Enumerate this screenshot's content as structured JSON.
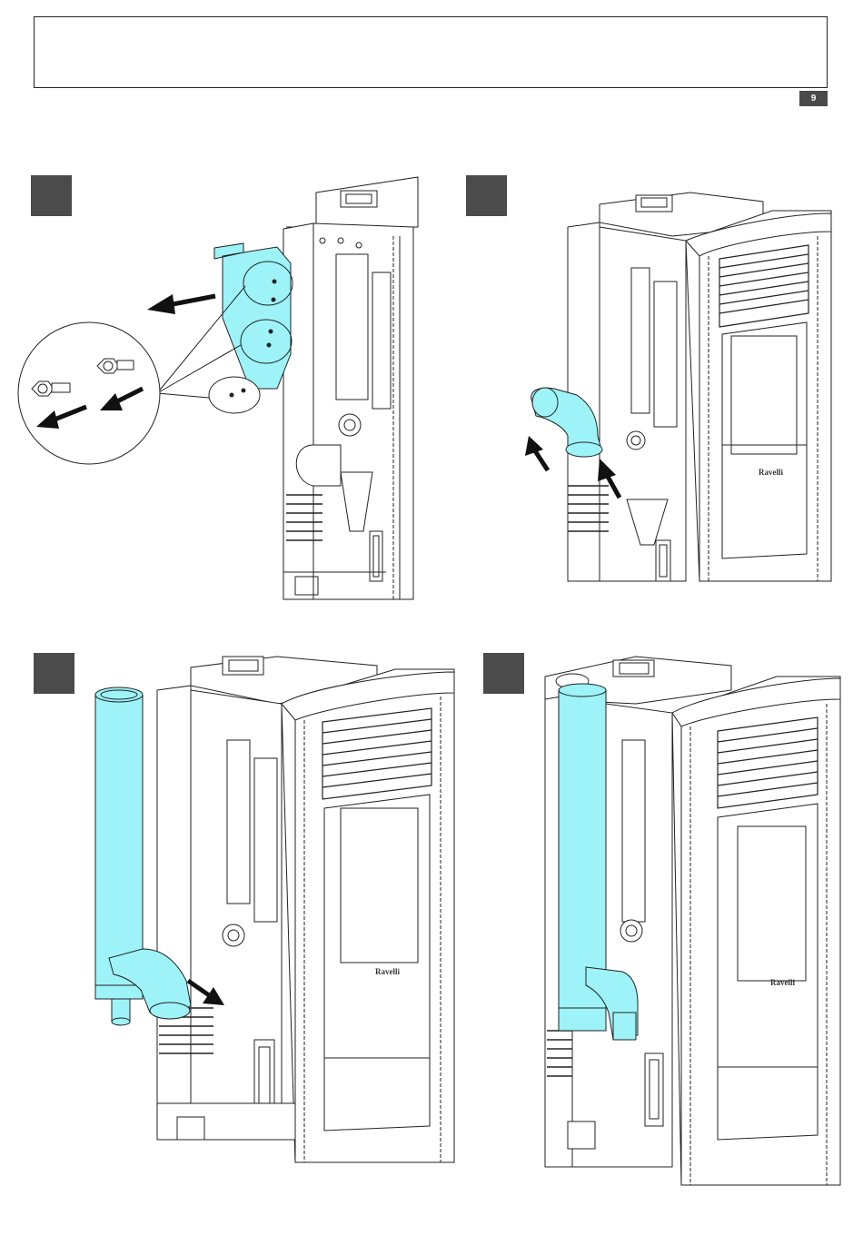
{
  "page": {
    "number": "9"
  },
  "brand_label": "Ravelli",
  "colors": {
    "highlight": "#9df3f7",
    "step_marker": "#4b4b4b",
    "badge": "#4a4a4a",
    "line": "#222222"
  },
  "steps": [
    {
      "id": 1,
      "action": "remove-cover-and-screws",
      "highlight": "cover-plate"
    },
    {
      "id": 2,
      "action": "insert-elbow",
      "highlight": "elbow-fitting"
    },
    {
      "id": 3,
      "action": "insert-vertical-pipe",
      "highlight": "vertical-pipe"
    },
    {
      "id": 4,
      "action": "pipe-installed",
      "highlight": "installed-pipe"
    }
  ]
}
